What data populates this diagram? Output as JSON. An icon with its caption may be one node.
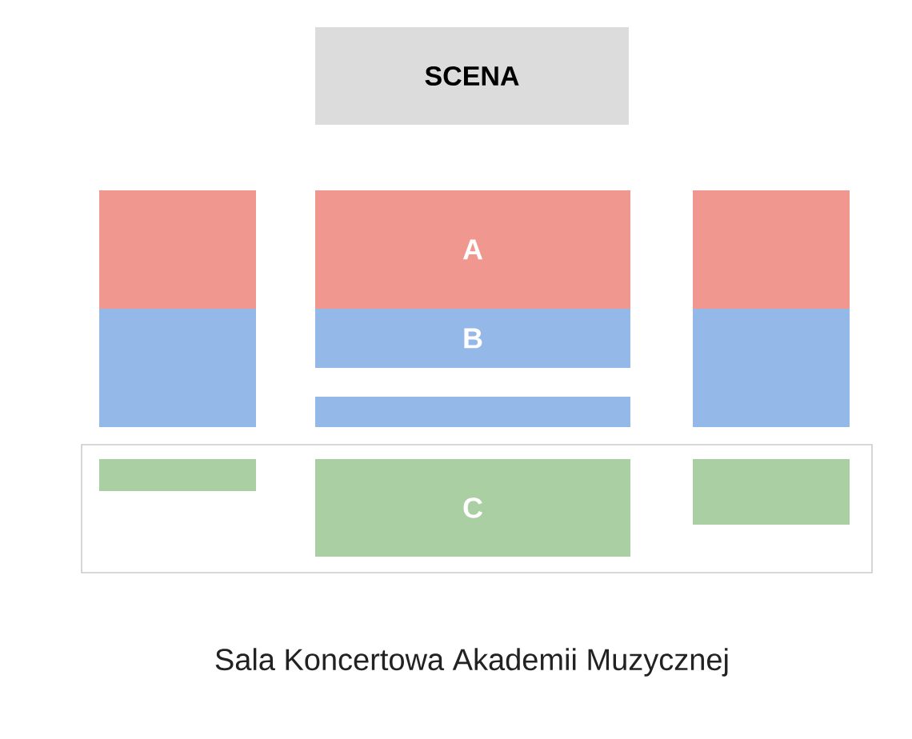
{
  "diagram": {
    "caption": "Sala Koncertowa Akademii Muzycznej",
    "nodes": [
      {
        "text": [
          "SCENA"
        ]
      },
      {
        "text": [],
        "shape": "box"
      },
      {
        "text": [
          "A"
        ]
      },
      {
        "text": [],
        "shape": "box"
      },
      {
        "text": [],
        "shape": "box"
      },
      {
        "text": [
          "B"
        ]
      },
      {
        "text": [],
        "shape": "box"
      },
      {
        "text": [],
        "shape": "box"
      },
      {
        "text": [],
        "shape": "box"
      },
      {
        "text": [],
        "shape": "box",
        "in": 8
      },
      {
        "text": [
          "C"
        ],
        "in": 8
      },
      {
        "text": [],
        "shape": "box",
        "in": 8
      }
    ]
  }
}
